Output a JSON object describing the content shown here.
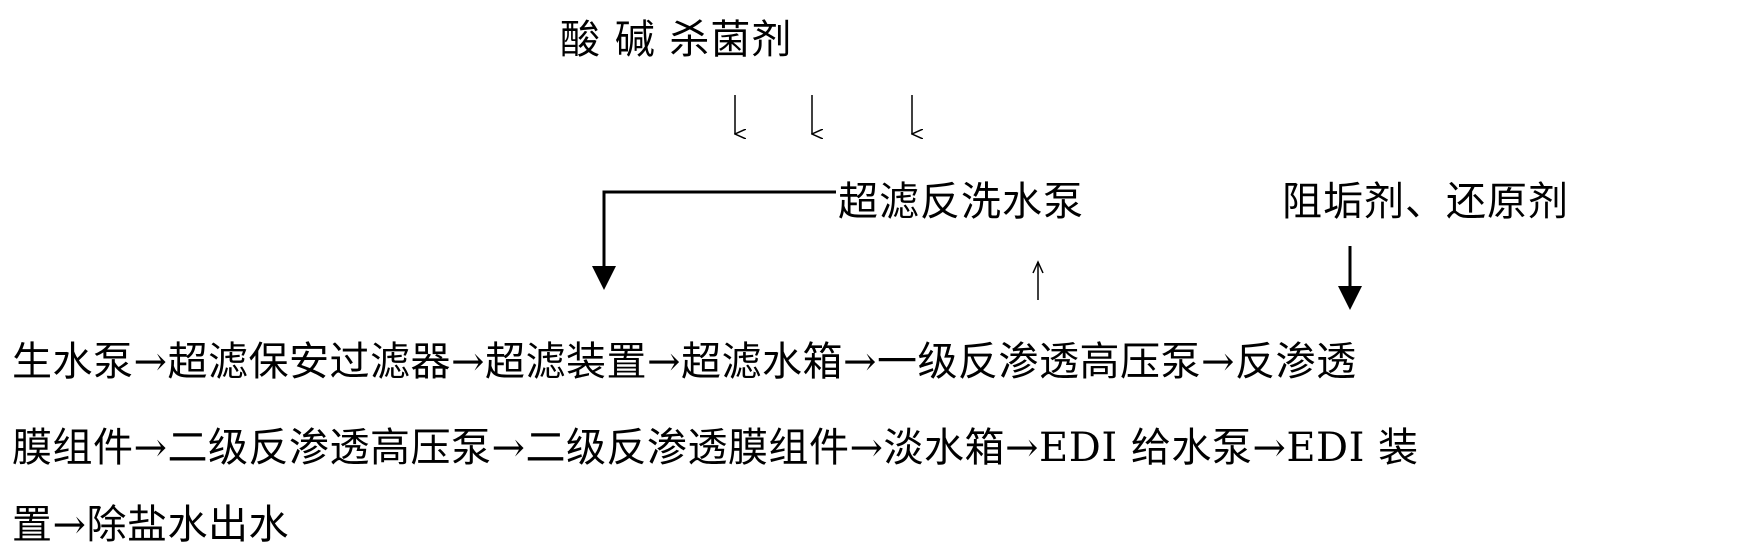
{
  "labels": {
    "chemicals": "酸 碱 杀菌剂",
    "backwash_pump": "超滤反洗水泵",
    "antiscalant": "阻垢剂、还原剂"
  },
  "flow": {
    "line1": "生水泵→超滤保安过滤器→超滤装置→超滤水箱→一级反渗透高压泵→反渗透",
    "line2": "膜组件→二级反渗透高压泵→二级反渗透膜组件→淡水箱→EDI 给水泵→EDI 装",
    "line3": "置→除盐水出水"
  }
}
